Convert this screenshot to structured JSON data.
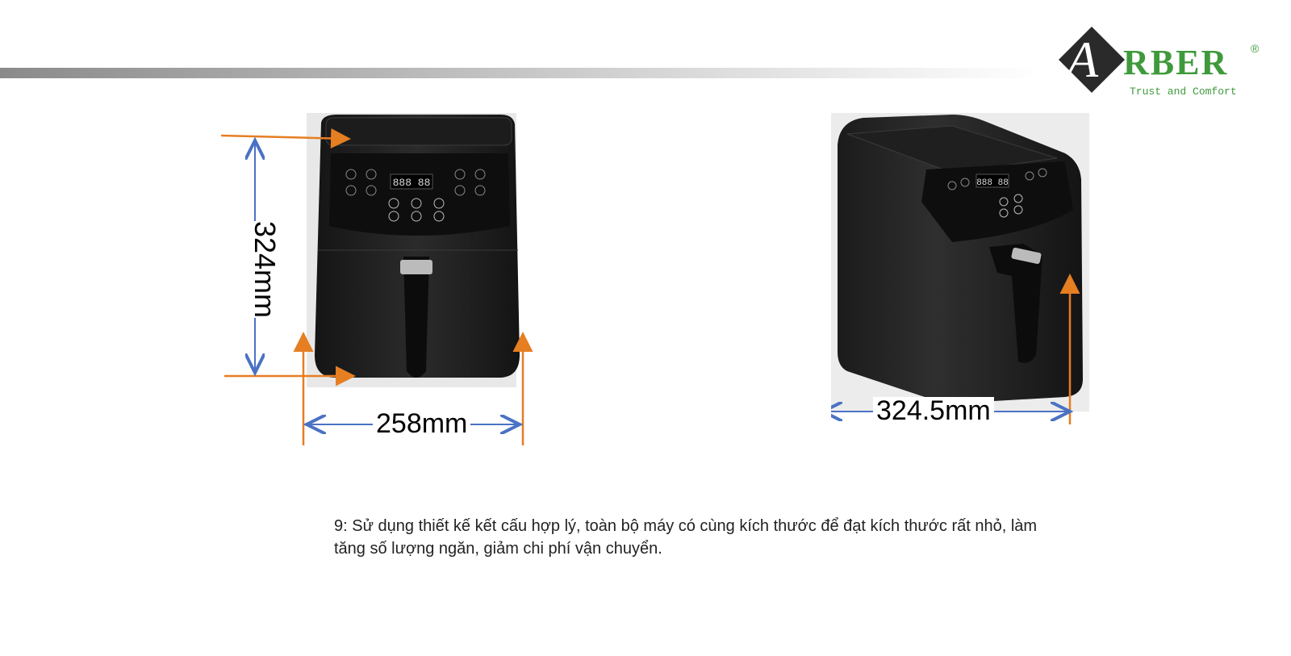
{
  "brand": {
    "logo_letter": "A",
    "logo_word": "RBER",
    "registered_mark": "®",
    "tagline": "Trust and Comfort",
    "color_green": "#3f9a3b",
    "color_dark": "#2a2a2a"
  },
  "front_view": {
    "height_label": "324mm",
    "width_label": "258mm",
    "display_text": "888 88"
  },
  "side_view": {
    "width_label": "324.5mm",
    "display_text": "888 88"
  },
  "caption": "9: Sử dụng thiết kế kết cấu hợp lý, toàn bộ máy có cùng kích thước để đạt kích thước rất nhỏ, làm tăng số lượng ngăn, giảm chi phí vận chuyển.",
  "colors": {
    "arrow_orange": "#e67e22",
    "arrow_blue": "#4a72c4"
  }
}
